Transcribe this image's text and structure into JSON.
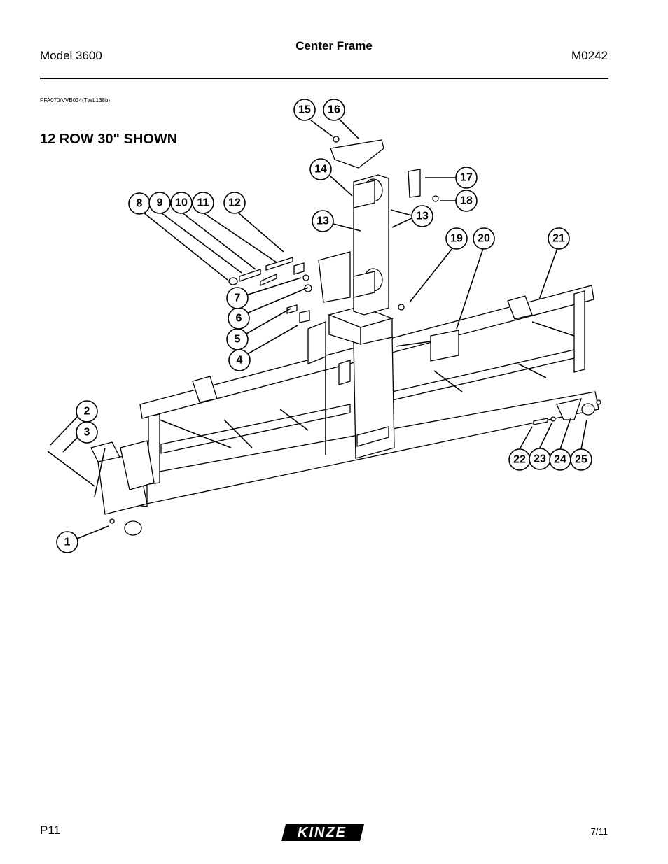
{
  "header": {
    "model": "Model 3600",
    "title": "Center Frame",
    "code": "M0242"
  },
  "reference": "PFA070/VVB034(TWL138b)",
  "shown_label": "12 ROW 30\" SHOWN",
  "callouts": [
    "1",
    "2",
    "3",
    "4",
    "5",
    "6",
    "7",
    "8",
    "9",
    "10",
    "11",
    "12",
    "13",
    "13",
    "14",
    "15",
    "16",
    "17",
    "18",
    "19",
    "20",
    "21",
    "22",
    "23",
    "24",
    "25"
  ],
  "footer": {
    "page": "P11",
    "logo_text": "KINZE",
    "date": "7/11"
  }
}
